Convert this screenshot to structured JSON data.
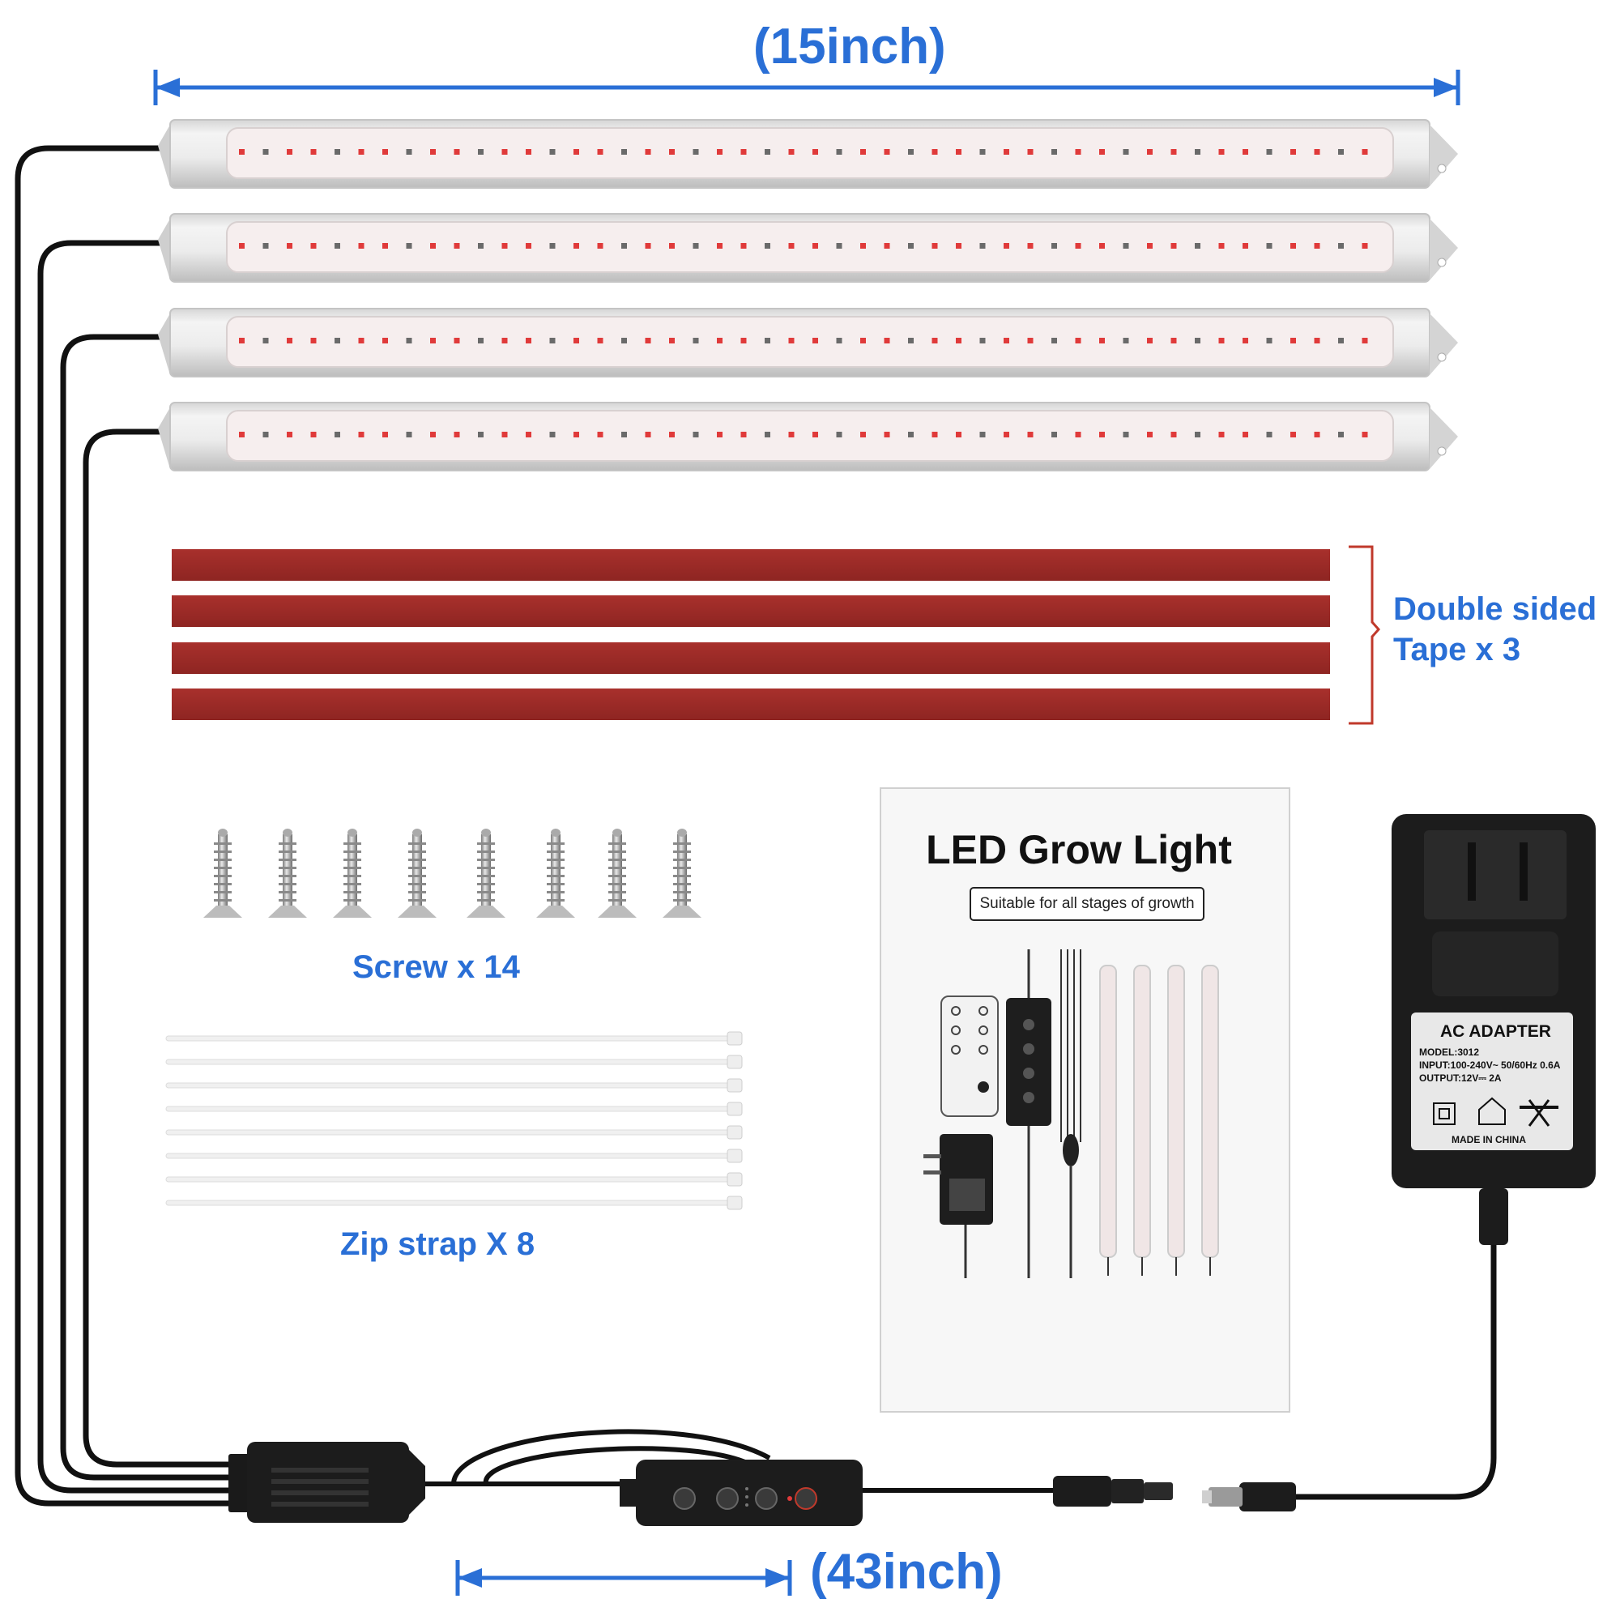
{
  "dimensions": {
    "bar_length": "(15inch)",
    "cable_length": "(43inch)"
  },
  "items": {
    "tape_line1": "Double sided",
    "tape_line2": "Tape x 3",
    "screw_label": "Screw x 14",
    "zip_label": "Zip strap X 8"
  },
  "manual": {
    "title": "LED Grow Light",
    "subtitle": "Suitable for all stages of growth"
  },
  "adapter": {
    "title": "AC ADAPTER",
    "model": "MODEL:3012",
    "input": "INPUT:100-240V~ 50/60Hz 0.6A",
    "output": "OUTPUT:12V⎓ 2A",
    "made_in": "MADE IN CHINA"
  },
  "colors": {
    "accent_blue": "#2a6fd6",
    "tape_red": "#9b2a26",
    "led_red": "#e03a3a",
    "cable_black": "#111111"
  }
}
